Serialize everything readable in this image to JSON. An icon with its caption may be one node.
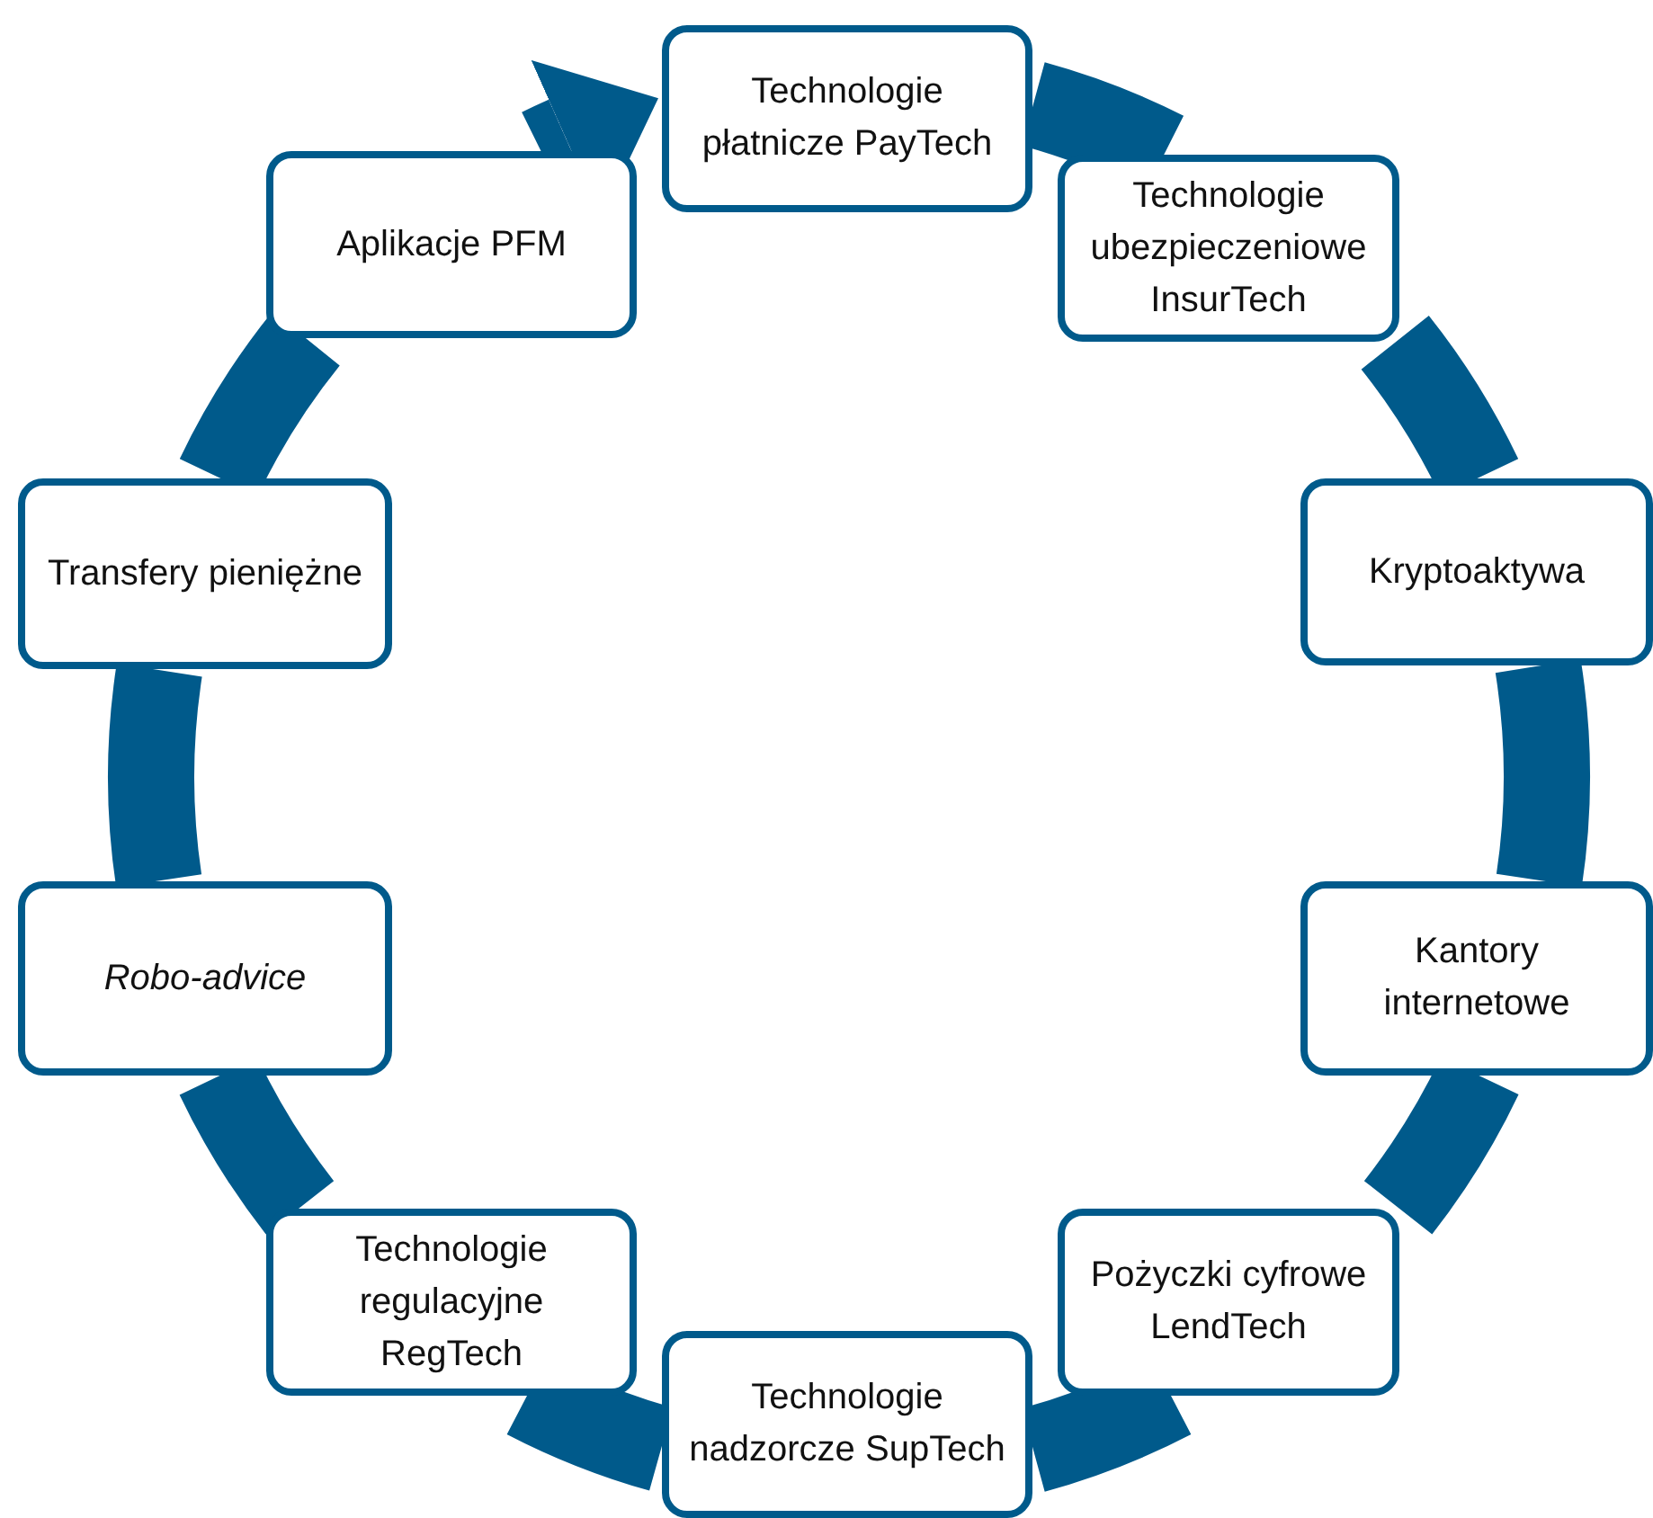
{
  "diagram": {
    "nodes": [
      {
        "text": [
          "Technologie płatnicze PayTech"
        ]
      },
      {
        "text": [
          "Technologie ubezpieczeniowe InsurTech"
        ]
      },
      {
        "text": [
          "Kryptoaktywa"
        ]
      },
      {
        "text": [
          "Kantory internetowe"
        ]
      },
      {
        "text": [
          "Pożyczki cyfrowe LendTech"
        ]
      },
      {
        "text": [
          "Technologie nadzorcze SupTech"
        ]
      },
      {
        "text": [
          "Technologie regulacyjne RegTech"
        ]
      },
      {
        "text": [
          "Robo-advice"
        ]
      },
      {
        "text": [
          "Transfery pieniężne"
        ]
      },
      {
        "text": [
          "Aplikacje PFM"
        ]
      }
    ],
    "edges": [
      {
        "from": 0,
        "to": 1,
        "arrow": "none"
      },
      {
        "from": 1,
        "to": 2,
        "arrow": "none"
      },
      {
        "from": 2,
        "to": 3,
        "arrow": "none"
      },
      {
        "from": 3,
        "to": 4,
        "arrow": "none"
      },
      {
        "from": 4,
        "to": 5,
        "arrow": "none"
      },
      {
        "from": 5,
        "to": 6,
        "arrow": "none"
      },
      {
        "from": 6,
        "to": 7,
        "arrow": "none"
      },
      {
        "from": 7,
        "to": 8,
        "arrow": "none"
      },
      {
        "from": 8,
        "to": 9,
        "arrow": "none"
      },
      {
        "from": 9,
        "to": 0,
        "arrow": "to"
      }
    ]
  }
}
